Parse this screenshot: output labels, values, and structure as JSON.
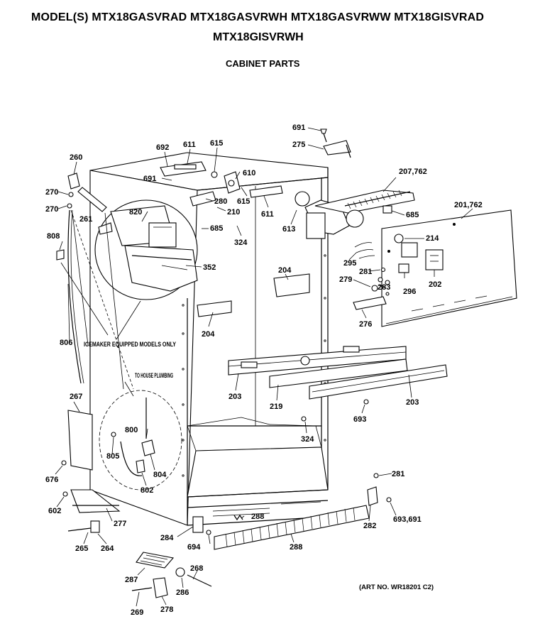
{
  "header": {
    "models_line1": "MODEL(S) MTX18GASVRAD  MTX18GASVRWH  MTX18GASVRWW  MTX18GISVRAD",
    "models_line2": "MTX18GISVRWH",
    "section_title": "CABINET PARTS"
  },
  "callouts": [
    "691",
    "275",
    "692",
    "611",
    "615",
    "610",
    "260",
    "270",
    "691",
    "280",
    "615",
    "210",
    "611",
    "613",
    "207,762",
    "685",
    "201,762",
    "270",
    "261",
    "820",
    "685",
    "324",
    "214",
    "808",
    "352",
    "204",
    "295",
    "281",
    "279",
    "283",
    "296",
    "202",
    "204",
    "276",
    "806",
    "203",
    "219",
    "203",
    "693",
    "324",
    "267",
    "800",
    "805",
    "804",
    "802",
    "676",
    "602",
    "277",
    "281",
    "288",
    "284",
    "282",
    "693,691",
    "694",
    "288",
    "265",
    "264",
    "268",
    "287",
    "286",
    "269",
    "278"
  ],
  "notes": {
    "icemaker": "ICEMAKER EQUIPPED MODELS ONLY",
    "plumbing": "TO HOUSE PLUMBING"
  },
  "art_number": "(ART NO. WR18201 C2)"
}
